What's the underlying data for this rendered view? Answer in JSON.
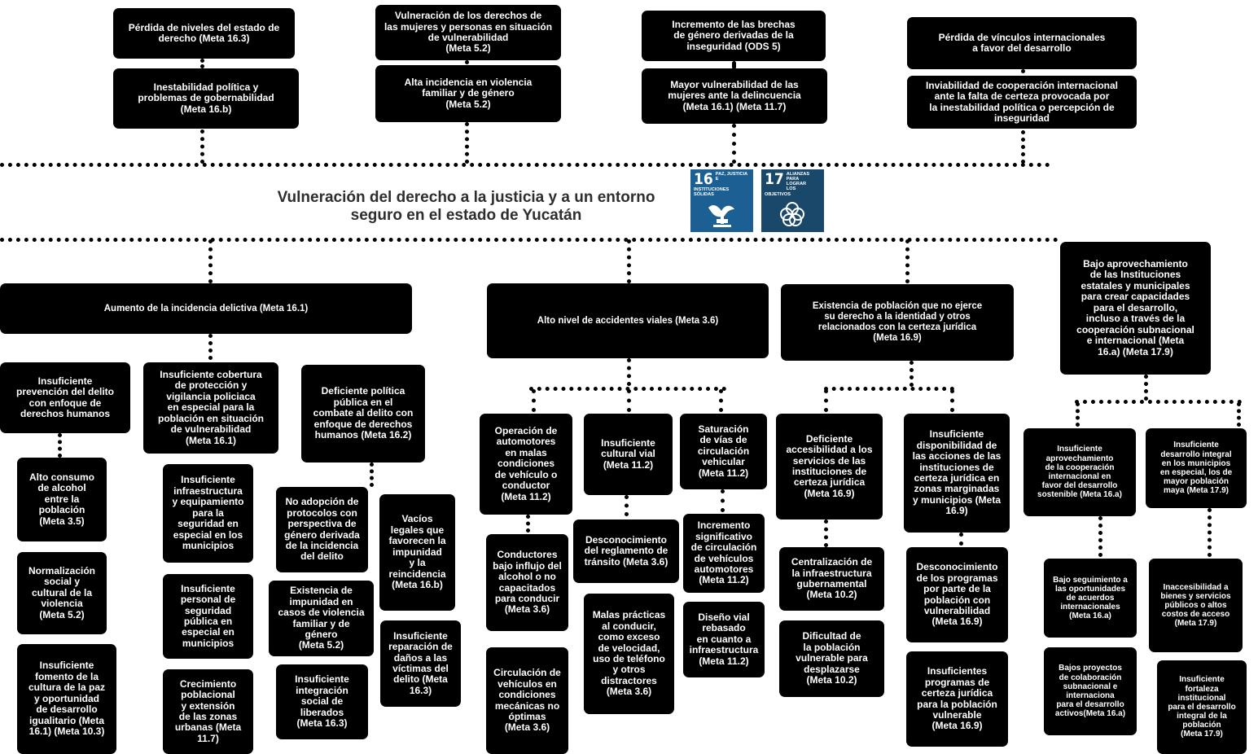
{
  "title": "Vulneración del derecho a la justicia y a un entorno\nseguro en el estado de Yucatán",
  "sdg_badges": [
    {
      "number": "16",
      "label": "PAZ, JUSTICIA\nE INSTITUCIONES\nSÓLIDAS",
      "color": "#19486a",
      "icon": "dove-gavel-icon"
    },
    {
      "number": "17",
      "label": "ALIANZAS PARA\nLOGRAR\nLOS OBJETIVOS",
      "color": "#19486a",
      "icon": "rings-icon"
    }
  ],
  "effects": [
    {
      "top": "Pérdida de niveles del estado de\nderecho (Meta 16.3)",
      "bottom": "Inestabilidad política y\nproblemas de gobernabilidad\n(Meta 16.b)"
    },
    {
      "top": "Vulneración de los derechos de\nlas mujeres y personas en situación\nde vulnerabilidad\n(Meta 5.2)",
      "bottom": "Alta incidencia en violencia\nfamiliar y de género\n(Meta 5.2)"
    },
    {
      "top": "Incremento de las brechas\nde género derivadas de la\ninseguridad (ODS 5)",
      "bottom": "Mayor vulnerabilidad de las\nmujeres ante la delincuencia\n(Meta 16.1) (Meta 11.7)"
    },
    {
      "top": "Pérdida de vínculos internacionales\na favor del desarrollo",
      "bottom": "Inviabilidad de cooperación internacional\nante la falta de certeza provocada por\nla inestabilidad política o percepción de\ninseguridad"
    }
  ],
  "causes": {
    "c1": {
      "label": "Aumento de la incidencia delictiva (Meta 16.1)",
      "sub": [
        {
          "label": "Insuficiente\nprevención del delito\ncon enfoque de\nderechos humanos",
          "items": [
            "Alto consumo\nde alcohol\nentre la\npoblación\n(Meta 3.5)",
            "Normalización\nsocial y\ncultural de la\nviolencia\n(Meta 5.2)",
            "Insuficiente\nfomento de la\ncultura de la paz\ny oportunidad\nde desarrollo\nigualitario (Meta\n16.1) (Meta 10.3)"
          ]
        },
        {
          "label": "Insuficiente cobertura\nde protección y\nvigilancia policiaca\nen especial para la\npoblación en situación\nde vulnerabilidad\n(Meta 16.1)",
          "items": [
            "Insuficiente\ninfraestructura\ny equipamiento\npara la\nseguridad en\nespecial en los\nmunicipios",
            "Insuficiente\npersonal de\nseguridad\npública en\nespecial en\nmunicipios",
            "Crecimiento\npoblacional\ny extensión\nde las zonas\nurbanas (Meta\n11.7)"
          ]
        },
        {
          "label": "Deficiente política\npública en el\ncombate al delito con\nenfoque de derechos\nhumanos (Meta 16.2)",
          "items": [
            "No adopción de\nprotocolos con\nperspectiva de\ngénero derivada\nde la incidencia\ndel delito",
            "Existencia de\nimpunidad en\ncasos de violencia\nfamiliar y de\ngénero\n(Meta 5.2)",
            "Insuficiente\nintegración\nsocial de\nliberados\n(Meta 16.3)",
            "Vacíos\nlegales que\nfavorecen la\nimpunidad\ny la\nreincidencia\n(Meta 16.b)",
            "Insuficiente\nreparación de\ndaños a las\nvíctimas del\ndelito (Meta\n16.3)"
          ]
        }
      ]
    },
    "c2": {
      "label": "Alto nivel de accidentes viales (Meta 3.6)",
      "sub": [
        {
          "label": "Operación de\nautomotores\nen malas\ncondiciones\nde vehículo o\nconductor\n(Meta 11.2)",
          "items": [
            "Conductores\nbajo influjo del\nalcohol o no\ncapacitados\npara conducir\n(Meta 3.6)",
            "Circulación de\nvehículos en\ncondiciones\nmecánicas no\nóptimas\n(Meta 3.6)"
          ]
        },
        {
          "label": "Insuficiente\ncultural vial\n(Meta 11.2)",
          "items": [
            "Desconocimiento\ndel reglamento de\ntránsito (Meta 3.6)",
            "Malas prácticas\nal conducir,\ncomo exceso\nde velocidad,\nuso de teléfono\ny otros\ndistractores\n(Meta 3.6)"
          ]
        },
        {
          "label": "Saturación\nde vías de\ncirculación\nvehicular\n(Meta 11.2)",
          "items": [
            "Incremento\nsignificativo\nde circulación\nde vehículos\nautomotores\n(Meta 11.2)",
            "Diseño vial\nrebasado\nen cuanto a\ninfraestructura\n(Meta 11.2)"
          ]
        }
      ]
    },
    "c3": {
      "label": "Existencia de población que no ejerce\nsu derecho a la identidad y otros\nrelacionados con la certeza jurídica\n(Meta 16.9)",
      "sub": [
        {
          "label": "Deficiente\naccesibilidad a los\nservicios de las\ninstituciones de\ncerteza jurídica\n(Meta 16.9)",
          "items": [
            "Centralización de\nla infraestructura\ngubernamental\n(Meta 10.2)",
            "Dificultad  de\nla población\nvulnerable para\ndesplazarse\n(Meta 10.2)"
          ]
        },
        {
          "label": "Insuficiente\ndisponibilidad de\nlas acciones de las\ninstituciones de\ncerteza jurídica en\nzonas marginadas\ny municipios (Meta\n16.9)",
          "items": [
            "Desconocimiento\nde los programas\npor parte de la\npoblación con\nvulnerabilidad\n(Meta 16.9)",
            "Insuficientes\nprogramas de\ncerteza jurídica\npara la población\nvulnerable\n(Meta 16.9)"
          ]
        }
      ]
    },
    "c4": {
      "label": "Bajo aprovechamiento\nde las Instituciones\nestatales y municipales\npara crear capacidades\npara el desarrollo,\nincluso a través de la\ncooperación subnacional\ne internacional  (Meta\n16.a) (Meta 17.9)",
      "sub": [
        {
          "label": "Insuficiente\naprovechamiento\nde la cooperación\ninternacional en\nfavor del desarrollo\nsostenible (Meta 16.a)",
          "items": [
            "Bajo seguimiento a\nlas oportunidades\nde acuerdos\ninternacionales\n(Meta 16.a)",
            "Bajos proyectos\nde colaboración\nsubnacional e\ninternaciona\npara el desarrollo\nactivos(Meta 16.a)"
          ]
        },
        {
          "label": "Insuficiente\ndesarrollo integral\nen los municipios\nen especial, los de\nmayor población\nmaya (Meta 17.9)",
          "items": [
            "Inaccesibilidad a\nbienes y servicios\npúblicos o altos\ncostos de acceso\n(Meta 17.9)",
            "Insuficiente\nfortaleza\ninstitucional\npara el desarrollo\nintegral de la\npoblación\n(Meta 17.9)"
          ]
        }
      ]
    }
  }
}
